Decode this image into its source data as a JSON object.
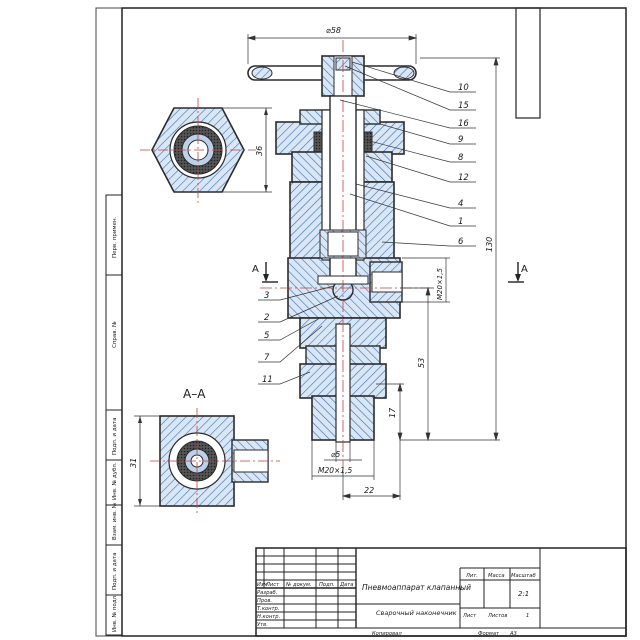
{
  "drawing": {
    "title": "Пневмоаппарат клапанный",
    "subtitle": "Сварочный наконечник",
    "section_label": "А–А",
    "cut_mark": "A",
    "colors": {
      "line": "#2b2b2b",
      "hatch": "#3a6fb0",
      "fill": "#d9e6f5",
      "center": "#c04040",
      "dim": "#333333"
    }
  },
  "dimensions": {
    "top_width": "⌀58",
    "hex_size": "36",
    "overall_height": "130",
    "thread_side": "M20×1,5",
    "lower_height": "53",
    "stub_height": "17",
    "bore": "⌀5",
    "thread_bottom": "M20×1,5",
    "bottom_offset": "22",
    "section_height": "31"
  },
  "callouts": [
    "10",
    "15",
    "16",
    "9",
    "8",
    "12",
    "4",
    "1",
    "6",
    "3",
    "2",
    "5",
    "7",
    "11"
  ],
  "left_stamps": [
    "Перв. примен.",
    "Справ. №",
    "Подп. и дата",
    "Инв. № дубл.",
    "Взам. инв. №",
    "Подп. и дата",
    "Инв. № подл."
  ],
  "title_block": {
    "header_cols": [
      "Изм",
      "Лист",
      "№ докум.",
      "Подп.",
      "Дата"
    ],
    "row_labels": [
      "Разраб.",
      "Пров.",
      "Т.контр.",
      "Н.контр.",
      "Утв."
    ],
    "lit_label": "Лит.",
    "mass_label": "Масса",
    "scale_label": "Масштаб",
    "scale_value": "2:1",
    "sheet_label": "Лист",
    "sheets_label": "Листов",
    "sheets_value": "1",
    "copied": "Копировал",
    "format": "Формат",
    "format_value": "А3"
  }
}
